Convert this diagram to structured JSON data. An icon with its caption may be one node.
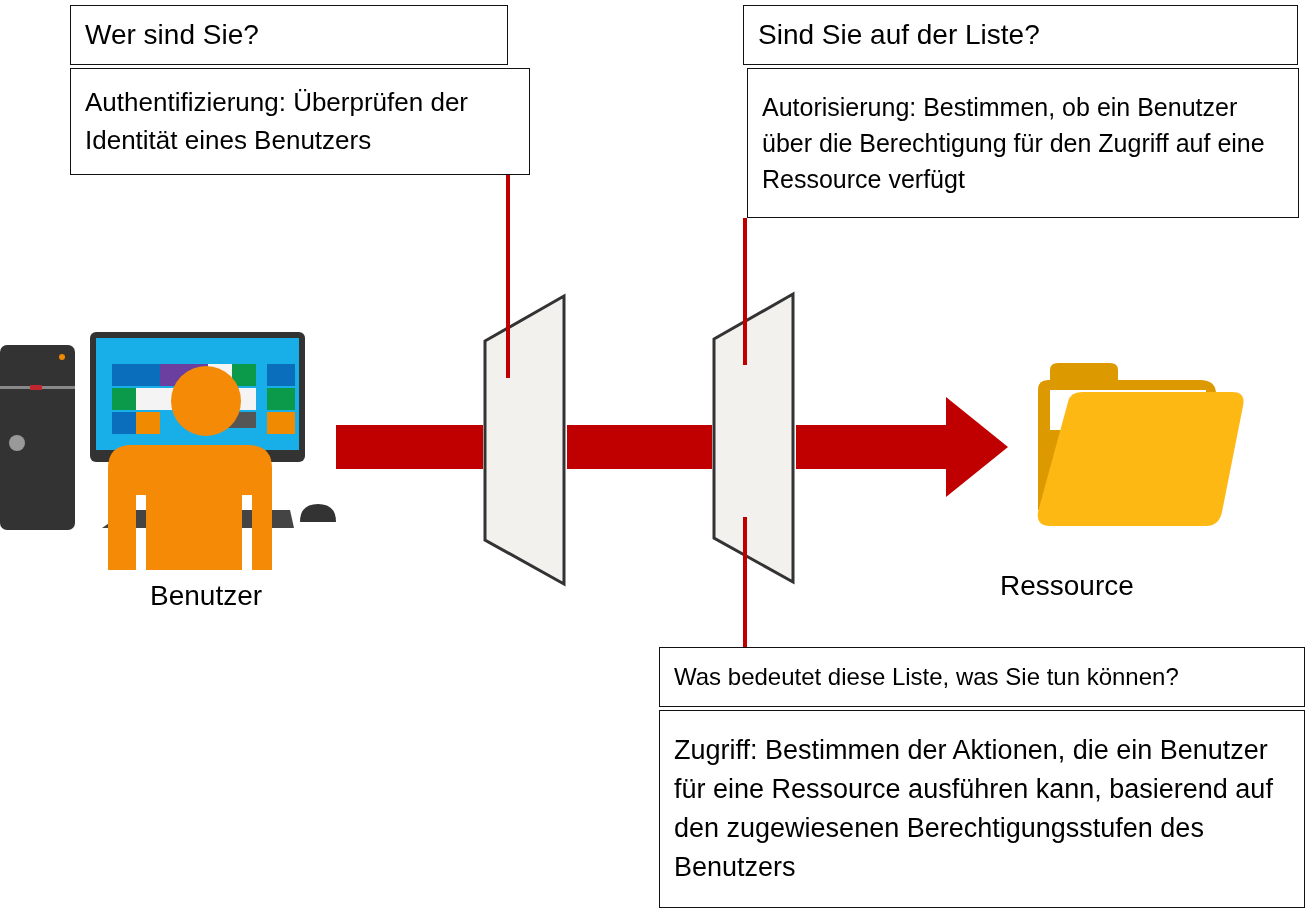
{
  "diagram": {
    "nodes": [
      {
        "text": [
          "Wer sind Sie?"
        ]
      },
      {
        "text": [
          "Authentifizierung: Überprüfen der Identität eines Benutzers"
        ]
      },
      {
        "text": [
          "Sind Sie auf der Liste?"
        ]
      },
      {
        "text": [
          "Autorisierung: Bestimmen, ob ein Benutzer über die Berechtigung für den Zugriff auf eine Ressource verfügt"
        ]
      },
      {
        "text": [],
        "shape": "picture",
        "beside": [
          "Benutzer"
        ]
      },
      {
        "text": [],
        "shape": "box"
      },
      {
        "text": [],
        "shape": "box"
      },
      {
        "text": [],
        "shape": "picture",
        "beside": [
          "Ressource"
        ]
      },
      {
        "text": [
          "Was bedeutet diese Liste, was Sie tun können?"
        ]
      },
      {
        "text": [
          "Zugriff: Bestimmen der Aktionen, die ein Benutzer für eine Ressource ausführen kann, basierend auf den zugewiesenen Berechtigungsstufen des Benutzers"
        ]
      }
    ],
    "edges": [
      {
        "from": 4,
        "to": 5,
        "arrow": "none",
        "style": "thick"
      },
      {
        "from": 5,
        "to": 6,
        "arrow": "none",
        "style": "thick"
      },
      {
        "from": 6,
        "to": 7,
        "arrow": "to",
        "style": "thick"
      },
      {
        "from": 1,
        "to": 5,
        "arrow": "none"
      },
      {
        "from": 3,
        "to": 6,
        "arrow": "none"
      },
      {
        "from": 8,
        "to": 6,
        "arrow": "none"
      }
    ]
  }
}
